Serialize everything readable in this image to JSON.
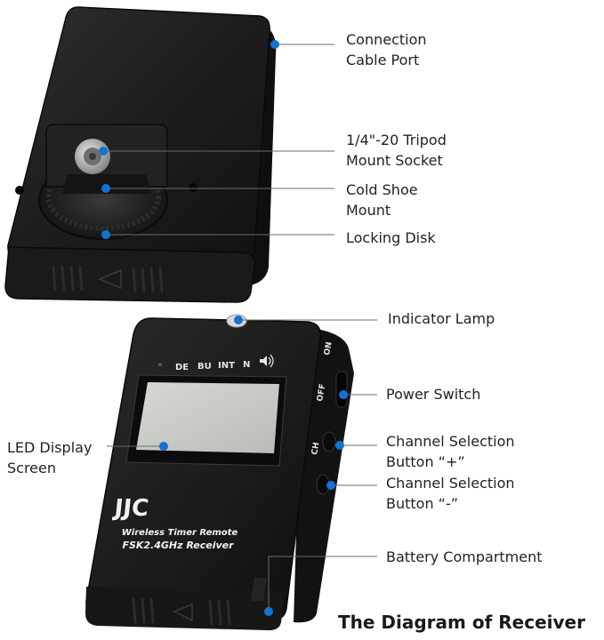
{
  "title": "The Diagram of Receiver",
  "device": {
    "brand": "JJC",
    "model_line1": "Wireless Timer Remote",
    "model_line2": "FSK2.4GHz Receiver",
    "mode_labels": [
      "DE",
      "BU",
      "INT",
      "N"
    ],
    "switch_on": "ON",
    "switch_off": "OFF",
    "channel_label": "CH"
  },
  "callouts": {
    "connection_cable_port": [
      "Connection",
      "Cable Port"
    ],
    "tripod_mount_socket": [
      "1/4\"-20 Tripod",
      "Mount Socket"
    ],
    "cold_shoe_mount": [
      "Cold Shoe",
      "Mount"
    ],
    "locking_disk": [
      "Locking Disk"
    ],
    "indicator_lamp": [
      "Indicator Lamp"
    ],
    "power_switch": [
      "Power Switch"
    ],
    "channel_plus": [
      "Channel Selection",
      "Button “+”"
    ],
    "channel_minus": [
      "Channel Selection",
      "Button “-”"
    ],
    "battery_compartment": [
      "Battery Compartment"
    ],
    "led_display_screen": [
      "LED Display",
      "Screen"
    ]
  },
  "colors": {
    "callout_dot": "#1173d4",
    "leader_line": "#6b6b6b",
    "device_body": "#1c1c1c",
    "lcd": "#c9ccc7"
  }
}
